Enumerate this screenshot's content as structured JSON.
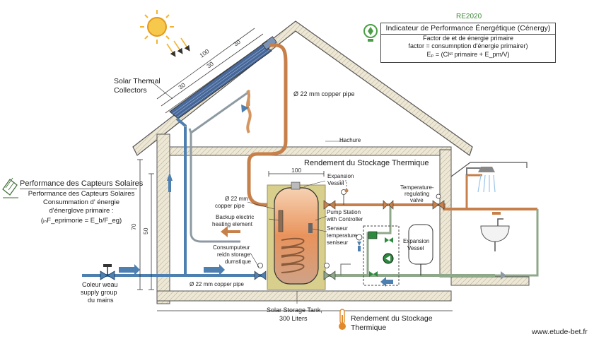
{
  "re2020_box": {
    "tag": "RE2020",
    "title": "Indicateur de Performance Énergétique (Cénergy)",
    "line1": "Factor de et de énergie primaire",
    "line2": "factor = consumnption d'énergie primairer)",
    "formula": "Eₚ = (Clˢᵗ primaire + E_pm/V)"
  },
  "collectors": {
    "label_line1": "Solar Thermal",
    "label_line2": "Collectors",
    "dim_total": "100",
    "dim_a": "30",
    "dim_b": "30",
    "dim_c": "30"
  },
  "pipes": {
    "copper_22_top": "Ø 22 mm copper pipe",
    "copper_22_left_l1": "Ø 22 mm",
    "copper_22_left_l2": "copper pipe",
    "copper_22_bottom": "Ø 22 mm copper pipe",
    "hachure": "Hachure"
  },
  "storage": {
    "section_title": "Rendement du Stockage Thermique",
    "dim_width": "100",
    "expansion_top_l1": "Expansion",
    "expansion_top_l2": "Vessel",
    "backup_l1": "Backup electric",
    "backup_l2": "heating element",
    "pump_l1": "Pump Station",
    "pump_l2": "with Controller",
    "sensor_l1": "Senseur",
    "sensor_l2": "temperature",
    "sensor_l3": "seniseur",
    "consumer_l1": "Consumputeur",
    "consumer_l2": "reidn storage",
    "consumer_l3": "dumstique",
    "tank_l1": "Solar Storage Tank,",
    "tank_l2": "300 Liters",
    "bottom_title_l1": "Rendement du Stockage",
    "bottom_title_l2": "Thermique"
  },
  "right_side": {
    "temp_valve_l1": "Temperature-",
    "temp_valve_l2": "regulating",
    "temp_valve_l3": "valve",
    "expansion_l1": "Expansion",
    "expansion_l2": "Vessel"
  },
  "left_panel": {
    "title": "Performance des Capteurs Solaires",
    "line1": "Performance des Capteurs Solaires",
    "line2": "Consummation d' énergie",
    "line3": "d'énerglove primaire :",
    "formula": "(ᵢₙF_eprimorie = E_b/F_eg)"
  },
  "supply": {
    "l1": "Coleur weau",
    "l2": "supply group",
    "l3": "du mains"
  },
  "dims": {
    "h70": "70",
    "h50": "50"
  },
  "footer": {
    "website": "www.etude-bet.fr"
  },
  "colors": {
    "hot_pipe": "#c8804a",
    "cold_pipe": "#4d7fb0",
    "green_pipe": "#8fa88a",
    "wall_fill": "#e9e1cc",
    "insulation": "#d9cf8a",
    "tank_hot": "#e7925a",
    "sun": "#f2b430",
    "badge_green": "#4c9e46"
  }
}
